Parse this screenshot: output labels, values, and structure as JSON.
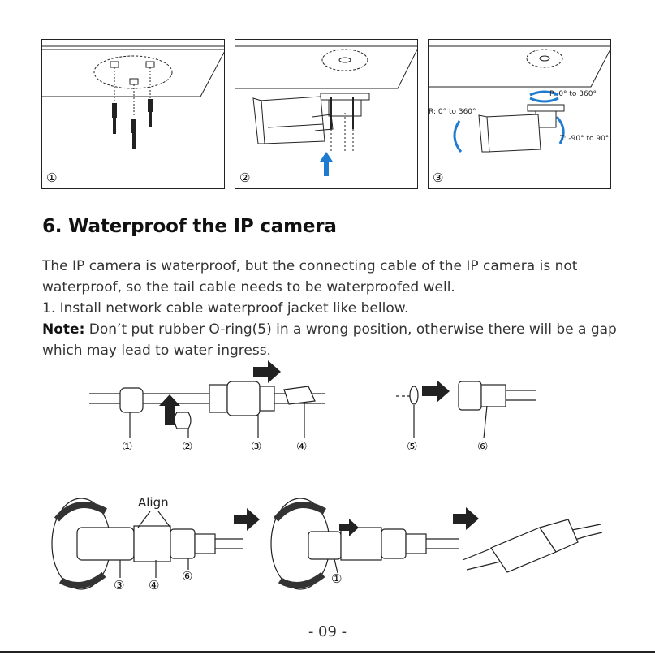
{
  "steps": {
    "panel1_num": "①",
    "panel2_num": "②",
    "panel3_num": "③",
    "label_p": "P: 0° to 360°",
    "label_r": "R: 0° to 360°",
    "label_t": "T: -90° to 90°"
  },
  "section": {
    "heading": "6. Waterproof the IP camera",
    "para1": "The IP camera is waterproof, but the connecting cable of the IP camera is not waterproof, so the tail cable needs to be waterproofed well.",
    "para2": "1. Install network cable waterproof jacket like bellow.",
    "note_label": "Note:",
    "note_text": " Don’t put rubber O-ring(5) in a wrong position, otherwise there will be a gap which may lead to water ingress."
  },
  "diagram1": {
    "n1": "①",
    "n2": "②",
    "n3": "③",
    "n4": "④",
    "n5": "⑤",
    "n6": "⑥"
  },
  "diagram2": {
    "align": "Align",
    "n3": "③",
    "n4": "④",
    "n6": "⑥",
    "n1": "①"
  },
  "footer": {
    "page": "- 09 -"
  },
  "colors": {
    "arrow_blue": "#1e7bd0",
    "ink": "#222222"
  }
}
